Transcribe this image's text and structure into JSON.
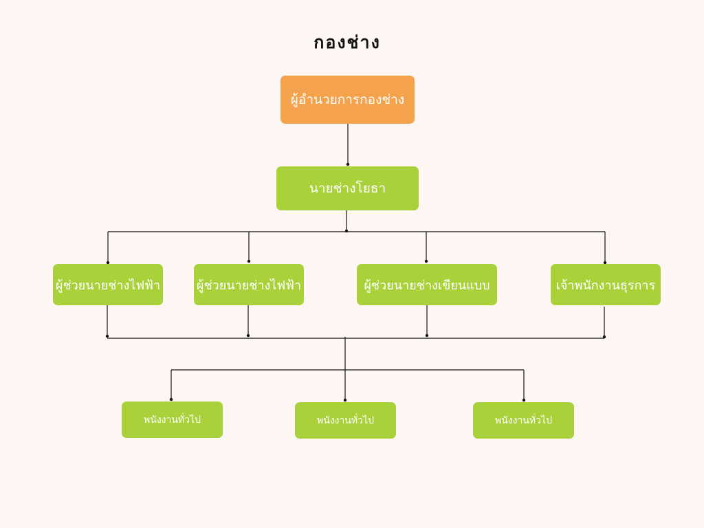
{
  "title": "กองช่าง",
  "colors": {
    "background": "#fdf6f3",
    "head_box": "#f5a24c",
    "node_box": "#a8d13a",
    "connector": "#111111",
    "text": "#ffffff"
  },
  "org": {
    "head": "ผู้อำนวยการกองช่าง",
    "engineer": "นายช่างโยธา",
    "assistants": [
      "ผู้ช่วยนายช่างไฟฟ้า",
      "ผู้ช่วยนายช่างไฟฟ้า",
      "ผู้ช่วยนายช่างเขียนแบบ",
      "เจ้าพนักงานธุรการ"
    ],
    "staff": [
      "พนังงานทั่วไป",
      "พนังงานทั่วไป",
      "พนังงานทั่วไป"
    ]
  }
}
